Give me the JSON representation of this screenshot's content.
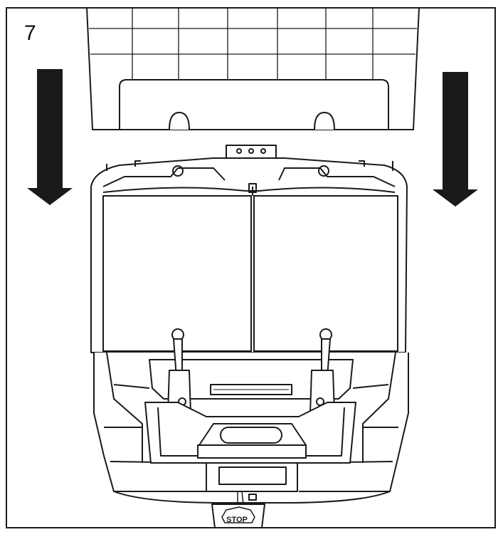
{
  "figure": {
    "step_number": "7",
    "stop_label": "STOP",
    "colors": {
      "ink": "#1a1a1a",
      "paper": "#ffffff",
      "arrow": "#1a1a1a"
    },
    "arrows": [
      {
        "name": "left-down-arrow",
        "direction": "down"
      },
      {
        "name": "right-down-arrow",
        "direction": "down"
      }
    ]
  }
}
